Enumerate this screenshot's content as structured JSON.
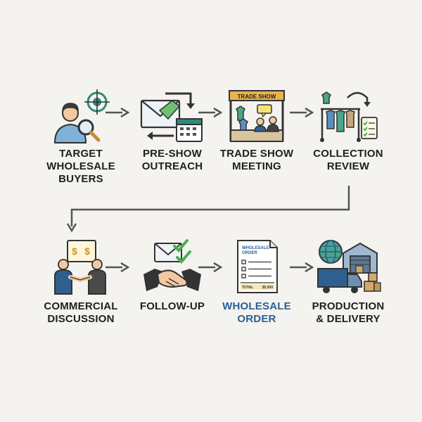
{
  "steps": [
    {
      "id": "target",
      "lines": [
        "TARGET",
        "WHOLESALE",
        "BUYERS"
      ]
    },
    {
      "id": "preshow",
      "lines": [
        "PRE-SHOW",
        "OUTREACH"
      ]
    },
    {
      "id": "tradeshow",
      "lines": [
        "TRADE SHOW",
        "MEETING"
      ],
      "sign": "TRADE SHOW"
    },
    {
      "id": "collection",
      "lines": [
        "COLLECTION",
        "REVIEW"
      ]
    },
    {
      "id": "commercial",
      "lines": [
        "COMMERCIAL",
        "DISCUSSION"
      ]
    },
    {
      "id": "followup",
      "lines": [
        "FOLLOW-UP"
      ]
    },
    {
      "id": "order",
      "lines": [
        "WHOLESALE",
        "ORDER"
      ],
      "doc_title": [
        "WHOLESALE",
        "ORDER"
      ],
      "doc_total_label": "TOTAL",
      "doc_total_value": "$5,000"
    },
    {
      "id": "production",
      "lines": [
        "PRODUCTION",
        "& DELIVERY"
      ]
    }
  ],
  "colors": {
    "accent": "#2a5f9a",
    "text": "#1f1f1f",
    "arrow": "#555555",
    "green": "#4caf50",
    "teal": "#2e8b7a"
  }
}
